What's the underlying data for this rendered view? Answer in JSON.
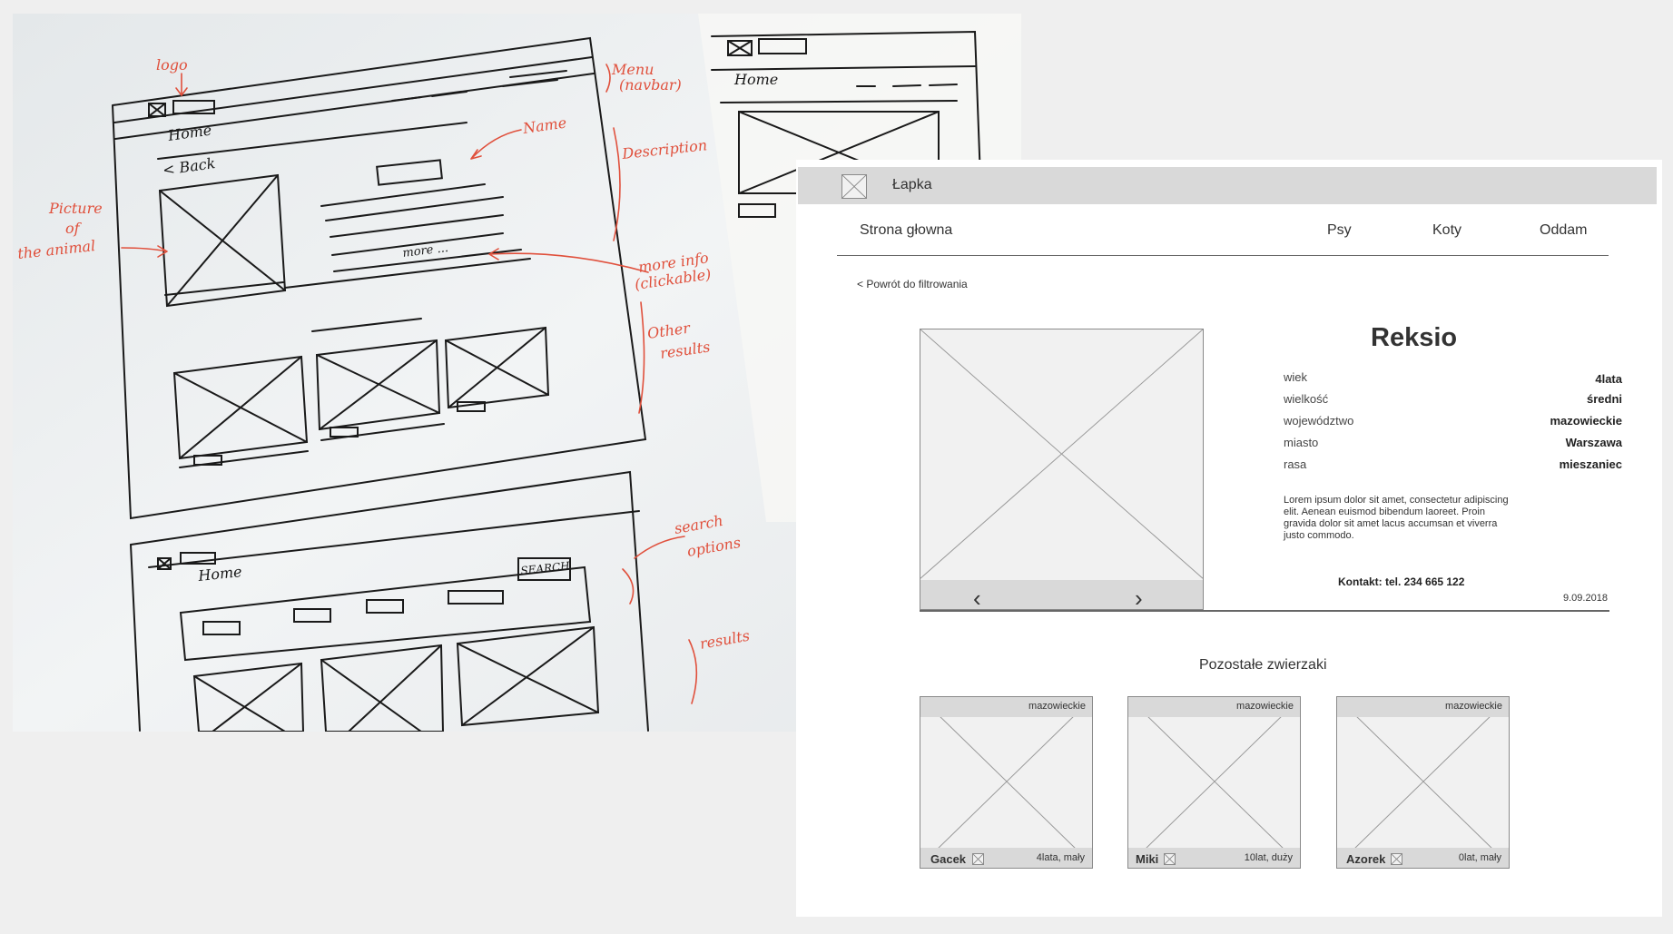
{
  "sketch": {
    "notes": {
      "logo": "logo",
      "menu": "Menu",
      "navbar": "(navbar)",
      "name": "Name",
      "description": "Description",
      "picture": "Picture",
      "of": "of",
      "the_animal": "the animal",
      "more_info": "more info",
      "clickable": "(clickable)",
      "other": "Other",
      "results": "results",
      "search": "search",
      "options": "options",
      "results2": "results"
    },
    "page": {
      "home": "Home",
      "back": "< Back",
      "more": "more ...",
      "home2": "Home",
      "search_btn": "SEARCH",
      "home3": "Home"
    }
  },
  "wire": {
    "app_name": "Łapka",
    "nav": {
      "home": "Strona głowna",
      "dogs": "Psy",
      "cats": "Koty",
      "give": "Oddam"
    },
    "back_link": "< Powrót do filtrowania",
    "animal": {
      "name": "Reksio",
      "rows": [
        {
          "label": "wiek",
          "value": "4lata"
        },
        {
          "label": "wielkość",
          "value": "średni"
        },
        {
          "label": "województwo",
          "value": "mazowieckie"
        },
        {
          "label": "miasto",
          "value": "Warszawa"
        },
        {
          "label": "rasa",
          "value": "mieszaniec"
        }
      ],
      "description": [
        "Lorem ipsum dolor sit amet, consectetur adipiscing",
        "elit. Aenean euismod bibendum laoreet. Proin",
        "gravida dolor sit amet lacus accumsan et viverra",
        "justo commodo."
      ],
      "contact": "Kontakt: tel. 234 665 122",
      "date": "9.09.2018"
    },
    "others_title": "Pozostałe zwierzaki",
    "others": [
      {
        "region": "mazowieckie",
        "name": "Gacek",
        "info": "4lata, mały"
      },
      {
        "region": "mazowieckie",
        "name": "Miki",
        "info": "10lat, duży"
      },
      {
        "region": "mazowieckie",
        "name": "Azorek",
        "info": "0lat, mały"
      }
    ]
  },
  "colors": {
    "ink": "#1a1a1a",
    "red": "#e0503c",
    "paper": "#f3f5f6",
    "wire_gray": "#d9d9d9"
  }
}
